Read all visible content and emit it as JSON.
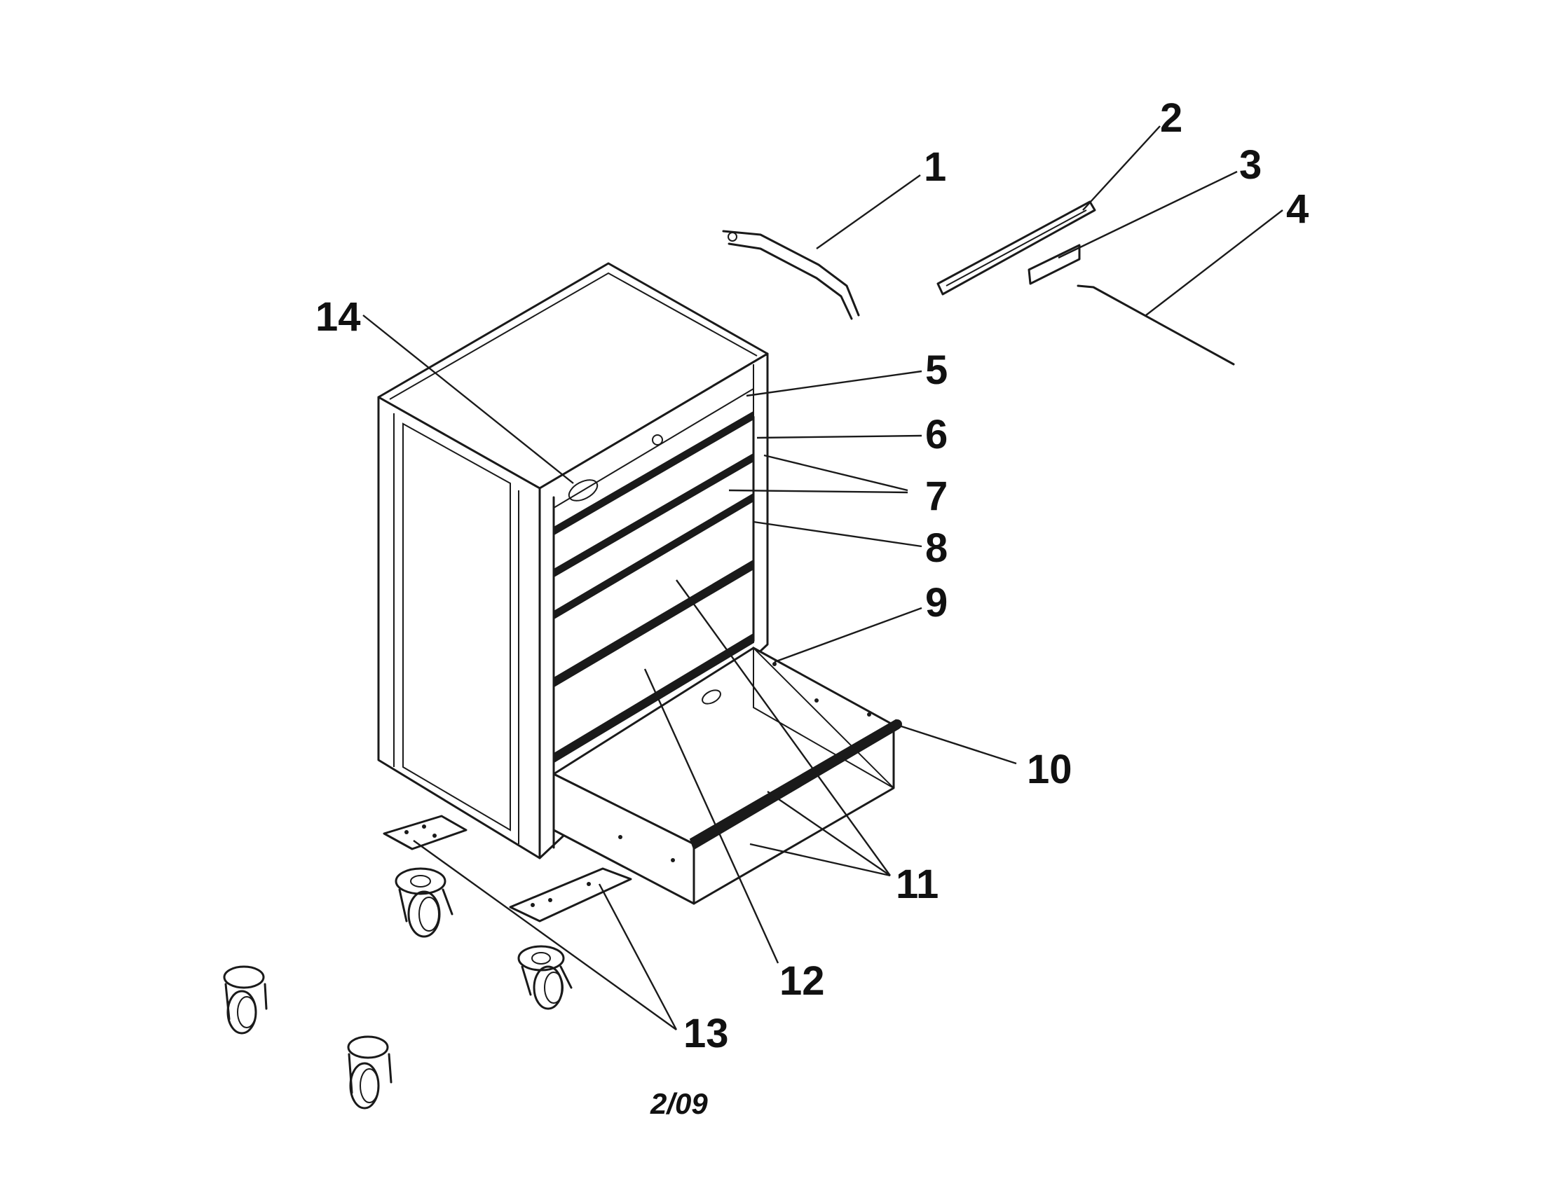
{
  "diagram": {
    "type": "exploded-parts-diagram",
    "callouts": [
      {
        "id": "1",
        "label": "1"
      },
      {
        "id": "2",
        "label": "2"
      },
      {
        "id": "3",
        "label": "3"
      },
      {
        "id": "4",
        "label": "4"
      },
      {
        "id": "5",
        "label": "5"
      },
      {
        "id": "6",
        "label": "6"
      },
      {
        "id": "7",
        "label": "7"
      },
      {
        "id": "8",
        "label": "8"
      },
      {
        "id": "9",
        "label": "9"
      },
      {
        "id": "10",
        "label": "10"
      },
      {
        "id": "11",
        "label": "11"
      },
      {
        "id": "12",
        "label": "12"
      },
      {
        "id": "13",
        "label": "13"
      },
      {
        "id": "14",
        "label": "14"
      }
    ],
    "date_code": "2/09"
  }
}
